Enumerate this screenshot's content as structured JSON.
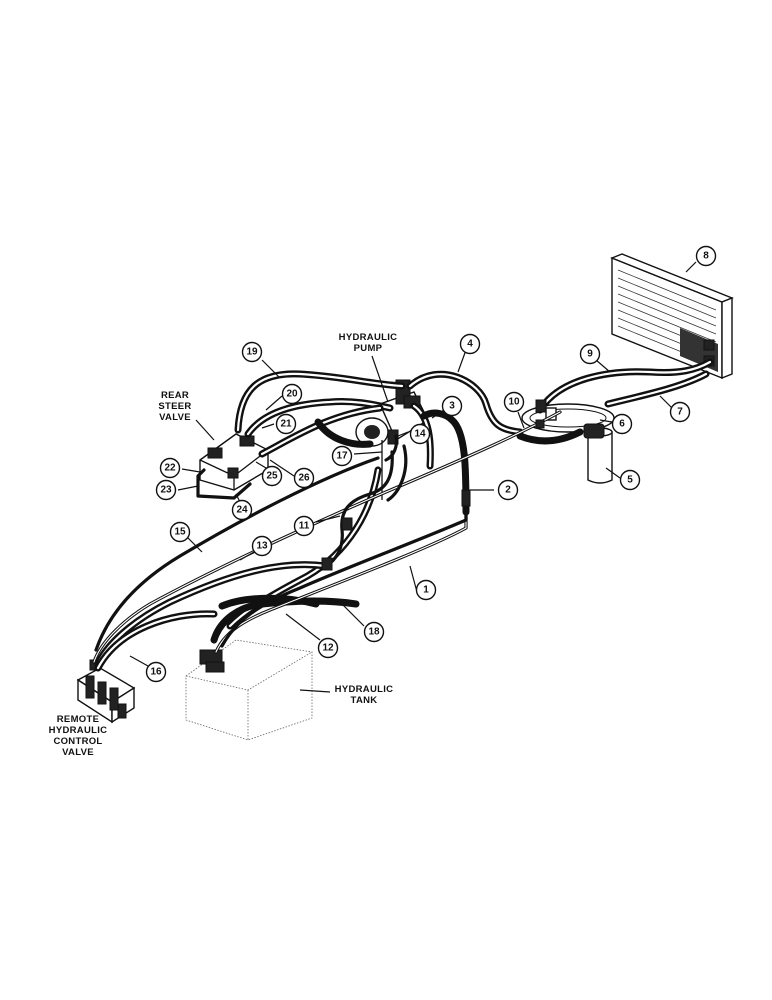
{
  "labels": {
    "hydraulic_pump": [
      "HYDRAULIC",
      "PUMP"
    ],
    "rear_steer_valve": [
      "REAR",
      "STEER",
      "VALVE"
    ],
    "hydraulic_tank": [
      "HYDRAULIC",
      "TANK"
    ],
    "remote_control_valve": [
      "REMOTE",
      "HYDRAULIC",
      "CONTROL",
      "VALVE"
    ]
  },
  "callouts": [
    "1",
    "2",
    "3",
    "4",
    "5",
    "6",
    "7",
    "8",
    "9",
    "10",
    "11",
    "12",
    "13",
    "14",
    "15",
    "16",
    "17",
    "18",
    "19",
    "20",
    "21",
    "22",
    "23",
    "24",
    "25",
    "26"
  ]
}
